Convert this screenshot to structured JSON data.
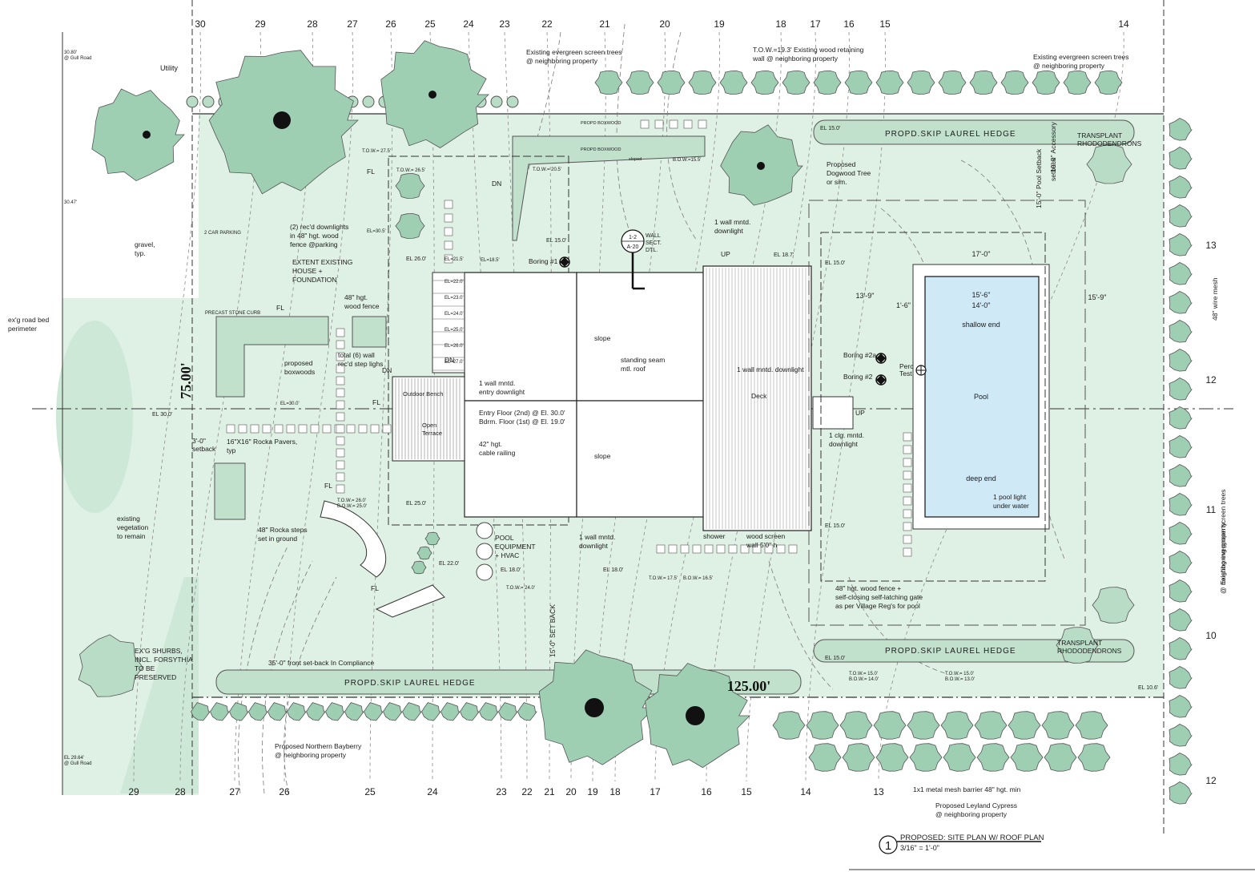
{
  "colors": {
    "lawn": "#dff0e4",
    "tree_fill": "#9fcfb3",
    "tree_fill_light": "#b8dcc6",
    "line": "#2a2a2a",
    "contour": "#777777",
    "pool": "#cfe9f7",
    "white": "#ffffff"
  },
  "grid_top": [
    "30",
    "29",
    "28",
    "27",
    "26",
    "25",
    "24",
    "23",
    "22",
    "21",
    "20",
    "19",
    "18",
    "17",
    "16",
    "15",
    "14"
  ],
  "grid_bottom": [
    "29",
    "28",
    "27",
    "26",
    "25",
    "24",
    "23",
    "22",
    "21",
    "20",
    "19",
    "18",
    "17",
    "16",
    "15",
    "14",
    "13"
  ],
  "grid_right": [
    "13",
    "12",
    "11",
    "10",
    "12"
  ],
  "dimensions": {
    "width": "125.00'",
    "depth": "75.00'"
  },
  "labels": {
    "utility": "Utility",
    "evergreen_left": [
      "Existing evergreen screen trees",
      "@ neighboring property"
    ],
    "evergreen_right": [
      "Existing evergreen screen trees",
      "@ neighboring property"
    ],
    "evergreen_side": [
      "Existing evergreen screen trees",
      "@ neighboring property"
    ],
    "retaining_wall": [
      "T.O.W.=19.3' Existing wood retaining",
      "wall @ neighboring property"
    ],
    "skip_laurel_top": "PROPD.SKIP LAUREL HEDGE",
    "skip_laurel_right_bottom": "PROPD.SKIP LAUREL HEDGE",
    "skip_laurel_front": "PROPD.SKIP LAUREL HEDGE",
    "transplant_top": [
      "TRANSPLANT",
      "RHODODENDRONS"
    ],
    "transplant_bottom": [
      "TRANSPLANT",
      "RHODODENDRONS"
    ],
    "dogwood": [
      "Proposed",
      "Dogwood Tree",
      "or sim."
    ],
    "pool_setback": "15'-0\" Pool Setback",
    "accessory_setback": [
      "10'-0\" Accessory",
      "setback"
    ],
    "wire_mesh": "48\" wire mesh",
    "gravel": [
      "gravel,",
      "typ."
    ],
    "road_bed": [
      "ex'g road bed",
      "perimeter"
    ],
    "downlights_fence": [
      "(2) rec'd downlights",
      "in 48\" hgt. wood",
      "fence @parking"
    ],
    "extent_house": [
      "EXTENT EXISTING",
      "HOUSE +",
      "FOUNDATION"
    ],
    "wood_fence_48": [
      "48\" hgt.",
      "wood fence"
    ],
    "boxwoods": [
      "proposed",
      "boxwoods"
    ],
    "step_lights": [
      "total (6) wall",
      "rec'd step lighs"
    ],
    "pavers": [
      "16\"X16\" Rocka Pavers,",
      "typ"
    ],
    "setback_3": [
      "3'-0\"",
      "setback"
    ],
    "existing_veg": [
      "existing",
      "vegetation",
      "to remain"
    ],
    "rocka_steps": [
      "48\" Rocka steps",
      "set in ground"
    ],
    "shrubs": [
      "EX'G SHURBS,",
      "INCL. FORSYTHIA",
      "TO BE",
      "PRESERVED"
    ],
    "front_setback": "35'-0\" front set-back In Compliance",
    "set_back_15": "15'-0\" SET BACK",
    "bayberry": [
      "Proposed Northern Bayberry",
      "@ neighboring property"
    ],
    "leyland": [
      "Proposed Leyland Cypress",
      "@ neighboring property"
    ],
    "mesh_barrier": "1x1 metal mesh barrier 48\" hgt. min",
    "entry_downlight": [
      "1 wall mntd.",
      "entry downlight"
    ],
    "entry_floor": [
      "Entry Floor (2nd) @ El. 30.0'",
      "Bdrm. Floor (1st) @ El. 19.0'"
    ],
    "cable_railing": [
      "42\" hgt.",
      "cable railing"
    ],
    "outdoor_bench": "Outdoor Bench",
    "open_terrace": [
      "Open",
      "Terrace"
    ],
    "slope": "slope",
    "roof": [
      "standing seam",
      "mtl. roof"
    ],
    "wall_section_tag": [
      "1-2",
      "A-20"
    ],
    "wall_section": [
      "WALL",
      "SECT.",
      "DTL."
    ],
    "boring1": "Boring #1",
    "boring2a": "Boring #2a",
    "boring2": "Boring #2",
    "perc_test": [
      "Perc",
      "Test"
    ],
    "wall_downlight_top": [
      "1 wall mntd.",
      "downlight"
    ],
    "wall_downlight_deck": "1 wall mntd. downlight",
    "deck": "Deck",
    "clg_downlight": [
      "1 clg. mntd.",
      "downlight"
    ],
    "pool_equipment": [
      "POOL",
      "EQUIPMENT",
      "+ HVAC"
    ],
    "wall_downlight_bottom": [
      "1 wall mntd.",
      "downlight"
    ],
    "shower": "shower",
    "wood_screen": [
      "wood screen",
      "wall 5'0\" h"
    ],
    "pool_fence": [
      "48\" hgt. wood fence +",
      "self-closing self-latching gate",
      "as per Village Reg's for pool"
    ],
    "pool_light": [
      "1 pool light",
      "under water"
    ],
    "up": "UP",
    "dn": "DN",
    "fl": "FL",
    "parking": "2 CAR PARKING",
    "precast_curb": "PRECAST STONE CURB",
    "propd_boxwood": "PROPD BOXWOOD",
    "sloped": "sloped"
  },
  "pool": {
    "dim_top": "17'-0\"",
    "dim_inner": "15'-6\"",
    "dim_inner2": "14'-0\"",
    "dim_left": "13'-9\"",
    "dim_left_small": "1'-6\"",
    "dim_right": "15'-9\"",
    "shallow": "shallow end",
    "pool": "Pool",
    "deep": "deep end"
  },
  "elevations": {
    "el_15_a": "EL 15.0'",
    "el_15_b": "EL 15.0'",
    "el_15_c": "EL 15.0'",
    "el_15_d": "EL 15.0'",
    "el_15_e": "EL 15.0'",
    "el_18": "EL 18.0'",
    "el_18b": "EL 18.0'",
    "el_18_7": "EL 18.7'",
    "el_30": "EL 30.0'",
    "el_22": "EL 22.0'",
    "el_25": "EL 25.0'",
    "el_26": "EL 26.0'",
    "el_10_6": "EL 10.6'",
    "el_30_5": "EL=30.5'",
    "el_30_0": "EL=30.0'",
    "el_21_5": "EL=21.5'",
    "el_18_5": "EL=18.5'",
    "steps": [
      "EL=22.0'",
      "EL=23.0'",
      "EL=24.0'",
      "EL=25.0'",
      "EL=26.0'",
      "EL=27.0'"
    ],
    "tow_275": "T.O.W.= 27.5'",
    "tow_265": "T.O.W.= 26.5'",
    "tow_205": "T.O.W.= 20.5'",
    "bow_155": "B.O.W.=15.5'",
    "tow_26": "T.O.W.= 26.0'",
    "bow_25": "B.O.W.= 25.0'",
    "tow_175": "T.O.W.= 17.5'",
    "bow_165": "B.O.W.= 16.5'",
    "tow_150": "T.O.W.= 15.0'",
    "bow_140": "B.O.W.= 14.0'",
    "tow_150b": "T.O.W.= 15.0'",
    "bow_130": "B.O.W.= 13.0'",
    "tow_240": "T.O.W.= 24.0'",
    "road_top": [
      "30.80'",
      "@ Gull Road"
    ],
    "road_mid": "30.47'",
    "road_bottom": [
      "EL 29.64'",
      "@ Gull Road"
    ]
  },
  "title": {
    "number": "1",
    "name": "PROPOSED: SITE PLAN W/ ROOF PLAN",
    "scale": "3/16\" = 1'-0\""
  }
}
